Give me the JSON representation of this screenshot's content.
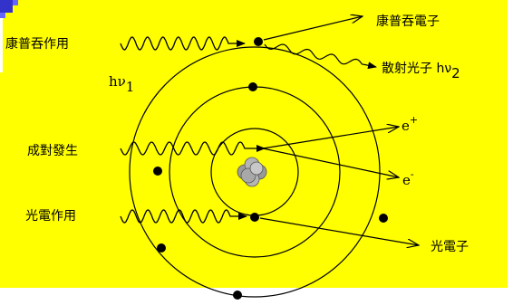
{
  "background_color": "#FFFF00",
  "corner_color": "#3333CC",
  "labels": {
    "compton_effect": "康普吞作用",
    "compton_electron": "康普吞電子",
    "scattered_photon": "散射光子 hν",
    "scattered_photon_sub": "2",
    "incident_photon": "hν",
    "incident_photon_sub": "1",
    "pair_production": "成對發生",
    "positron": "e",
    "positron_sup": "+",
    "electron": "e",
    "electron_sup": "-",
    "photoelectric_effect": "光電作用",
    "photoelectron": "光電子"
  }
}
